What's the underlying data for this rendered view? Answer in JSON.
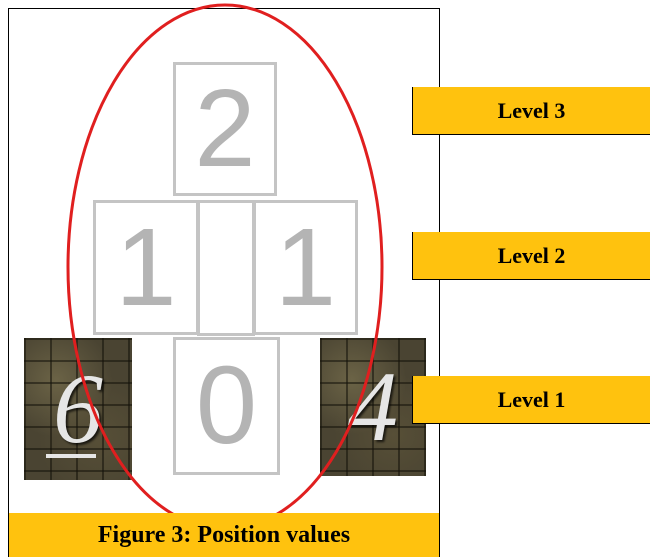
{
  "diagram": {
    "stones": {
      "left": "6",
      "right": "4"
    },
    "boxes": {
      "top": "2",
      "middle_left": "1",
      "middle_right": "1",
      "bottom": "0"
    },
    "levels": [
      "Level 3",
      "Level 2",
      "Level 1"
    ],
    "caption": "Figure 3:  Position values",
    "colors": {
      "label_fill": "#ffc20e",
      "ellipse": "#e01f1f",
      "box_border": "#c4c4c4",
      "digit": "#b4b4b4"
    }
  }
}
